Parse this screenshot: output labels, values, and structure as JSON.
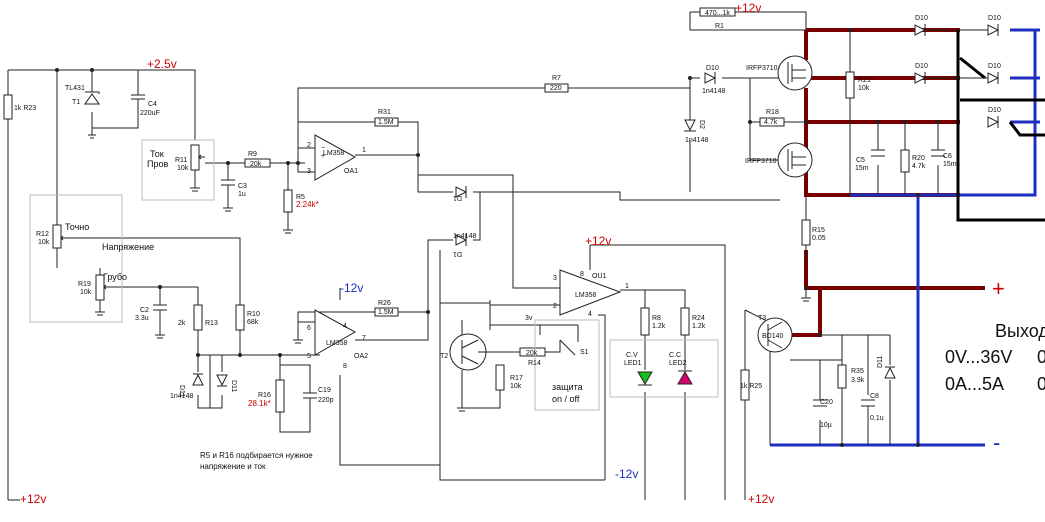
{
  "supplies": {
    "v_plus12_top": "+12v",
    "v_plus2_5": "+2.5v",
    "v_minus12_oa2": "-12v",
    "v_plus12_oa": "+12v",
    "v_minus12_bottom": "-12v",
    "v_plus12_bl": "+12v",
    "v_plus12_bm": "+12v"
  },
  "output": {
    "plus": "+",
    "minus": "-",
    "title": "Выход",
    "voltage_range": "0V...36V",
    "current_range": "0A...5A",
    "col2_top": "0",
    "col2_bottom": "0"
  },
  "labels": {
    "tok_prov_1": "Ток",
    "tok_prov_2": "Пров",
    "tochno": "Точно",
    "napryazhenie": "Напряжение",
    "grubo": "Грубо",
    "zashchita_1": "защита",
    "zashchita_2": "on / off",
    "note_1": "R5 и R16 подбирается нужное",
    "note_2": "напряжение и ток",
    "cv": "C.V",
    "cc": "C.C",
    "led1": "LED1",
    "led2": "LED2",
    "three_v": "3v"
  },
  "parts": {
    "r23": "1k R23",
    "tl431": "TL431",
    "t1": "T1",
    "c4_name": "C4",
    "c4_val": "220uF",
    "r11_name": "R11",
    "r11_val": "10k",
    "r9_name": "R9",
    "r9_val": "20k",
    "c3_name": "C3",
    "c3_val": "1u",
    "r5_name": "R5",
    "r5_val": "2.24k*",
    "r31_name": "R31",
    "r31_val": "1.5M",
    "r7_name": "R7",
    "r7_val": "220",
    "oa1_type": "LM358",
    "oa1_name": "OA1",
    "oa2_type": "LM358",
    "oa2_name": "OA2",
    "ou1_type": "LM358",
    "ou1_name": "OU1",
    "r12_name": "R12",
    "r12_val": "10k",
    "r19_name": "R19",
    "r19_val": "10k",
    "c2_name": "C2",
    "c2_val": "3.3u",
    "r13_name": "R13",
    "r13_val": "2k",
    "r10_name": "R10",
    "r10_val": "68k",
    "r26_name": "R26",
    "r26_val": "1.5M",
    "d11_name": "D11",
    "d11_val": "1n4148",
    "d11b": "D11",
    "r16_name": "R16",
    "r16_val": "28.1k*",
    "c19_name": "C19",
    "c19_val": "220p",
    "d1a_name": "D1",
    "d1b_name": "D1",
    "d1b_val": "1n4148",
    "t2": "T2",
    "r14_name": "R14",
    "r14_val": "20k",
    "r17_name": "R17",
    "r17_val": "10k",
    "s1": "S1",
    "r8_name": "R8",
    "r8_val": "1.2k",
    "r24_name": "R24",
    "r24_val": "1.2k",
    "r1_val": "470...1k",
    "r1_name": "R1",
    "d10_name": "D10",
    "d10_val": "1n4148",
    "d2_name": "D2",
    "d2_val": "1n4148",
    "irfp_top": "IRFP3710",
    "irfp_bot": "IRFP3710",
    "r18_name": "R18",
    "r18_val": "4.7k",
    "r21_name": "R21",
    "r21_val": "10k",
    "c5_name": "C5",
    "c5_val": "15m",
    "r20_name": "R20",
    "r20_val": "4.7k",
    "c6_name": "C6",
    "c6_val": "15m",
    "r15_name": "R15",
    "r15_val": "0.05",
    "t3_name": "T3",
    "t3_type": "BD140",
    "r25": "1k R25",
    "c20_name": "C20",
    "c20_val": "10µ",
    "r35_name": "R35",
    "r35_val": "3.9k",
    "c8_name": "C8",
    "c8_val": "0.1u",
    "d11c": "D11",
    "bridge_d10": "D10"
  },
  "colors": {
    "positive_rail": "#7a0000",
    "negative_rail": "#1d2fbf",
    "supply_label": "#c00000",
    "neg_supply_label": "#1d2fbf",
    "led_green": "#19c019",
    "led_red": "#d8006f"
  }
}
